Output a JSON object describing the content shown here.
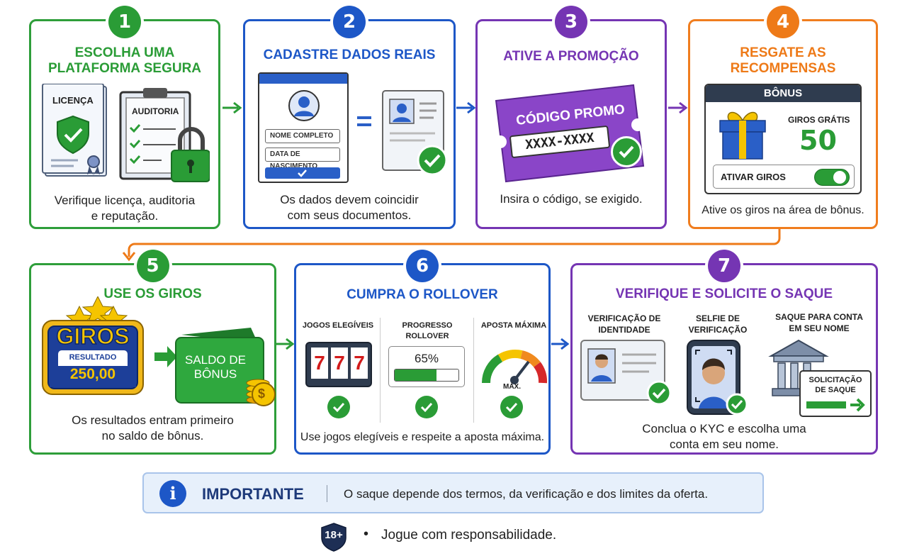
{
  "steps": [
    {
      "num": "1",
      "title": "ESCOLHA UMA PLATAFORMA SEGURA",
      "title_l1": "ESCOLHA UMA",
      "title_l2": "PLATAFORMA SEGURA",
      "desc_l1": "Verifique licença, auditoria",
      "desc_l2": "e reputação.",
      "doc_label": "LICENÇA",
      "clip_label": "AUDITORIA"
    },
    {
      "num": "2",
      "title": "CADASTRE DADOS REAIS",
      "desc_l1": "Os dados devem coincidir",
      "desc_l2": "com seus documentos.",
      "field1": "NOME COMPLETO",
      "field2": "DATA DE NASCIMENTO"
    },
    {
      "num": "3",
      "title": "ATIVE A PROMOÇÃO",
      "desc": "Insira o código, se exigido.",
      "ticket_label": "CÓDIGO PROMO",
      "code": "XXXX-XXXX"
    },
    {
      "num": "4",
      "title_l1": "RESGATE AS",
      "title_l2": "RECOMPENSAS",
      "desc": "Ative os giros na área de bônus.",
      "panel_header": "BÔNUS",
      "free_spins_label": "GIROS GRÁTIS",
      "free_spins_value": "50",
      "toggle_label": "ATIVAR GIROS"
    },
    {
      "num": "5",
      "title": "USE OS GIROS",
      "desc_l1": "Os resultados entram primeiro",
      "desc_l2": "no saldo de bônus.",
      "sign_title": "GIROS",
      "result_label": "RESULTADO",
      "result_value": "250,00",
      "wallet_l1": "SALDO DE",
      "wallet_l2": "BÔNUS",
      "coin_symbol": "$"
    },
    {
      "num": "6",
      "title": "CUMPRA O ROLLOVER",
      "desc": "Use jogos elegíveis e respeite a aposta máxima.",
      "col1": "JOGOS ELEGÍVEIS",
      "col2": "PROGRESSO ROLLOVER",
      "col3": "APOSTA MÁXIMA",
      "slot_digits": [
        "7",
        "7",
        "7"
      ],
      "progress_text": "65%",
      "progress": 0.65,
      "gauge_label": "MÁX."
    },
    {
      "num": "7",
      "title": "VERIFIQUE E SOLICITE O SAQUE",
      "desc_l1": "Conclua o KYC e escolha uma",
      "desc_l2": "conta em seu nome.",
      "col1_l1": "VERIFICAÇÃO DE",
      "col1_l2": "IDENTIDADE",
      "col2_l1": "SELFIE DE",
      "col2_l2": "VERIFICAÇÃO",
      "col3_l1": "SAQUE PARA CONTA",
      "col3_l2": "EM SEU NOME",
      "request_l1": "SOLICITAÇÃO",
      "request_l2": "DE SAQUE"
    }
  ],
  "important": {
    "label": "IMPORTANTE",
    "text": "O saque depende dos termos, da verificação e dos limites da oferta.",
    "icon": "info-icon"
  },
  "footer": {
    "badge": "18+",
    "bullet": "•",
    "text": "Jogue com responsabilidade."
  },
  "colors": {
    "green": "#2a9c36",
    "blue": "#1d57c7",
    "purple": "#7535b3",
    "orange": "#ee7a18"
  }
}
